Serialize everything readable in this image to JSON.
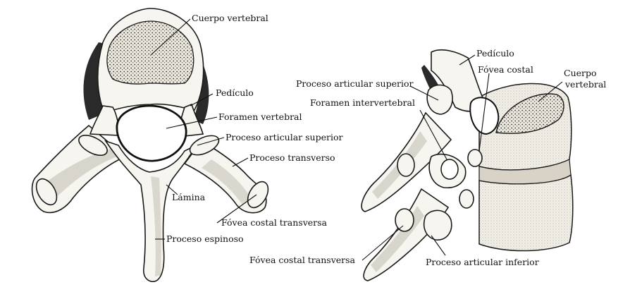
{
  "left_view": {
    "labels": {
      "cuerpo_vertebral": "Cuerpo vertebral",
      "pediculo": "Pedículo",
      "foramen_vertebral": "Foramen vertebral",
      "proceso_articular_superior": "Proceso articular superior",
      "proceso_transverso": "Proceso transverso",
      "lamina": "Lámina",
      "fovea_costal_transversa": "Fóvea costal transversa",
      "proceso_espinoso": "Proceso espinoso"
    }
  },
  "right_view": {
    "labels": {
      "pediculo": "Pedículo",
      "proceso_articular_superior": "Proceso articular superior",
      "fovea_costal": "Fóvea costal",
      "cuerpo_vertebral_1": "Cuerpo",
      "cuerpo_vertebral_2": "vertebral",
      "foramen_intervertebral": "Foramen intervertebral",
      "fovea_costal_transversa": "Fóvea costal transversa",
      "proceso_articular_inferior": "Proceso articular inferior"
    }
  },
  "colors": {
    "ink": "#111111",
    "bone": "#f7f5ef",
    "shadow": "#2a2a2a"
  }
}
